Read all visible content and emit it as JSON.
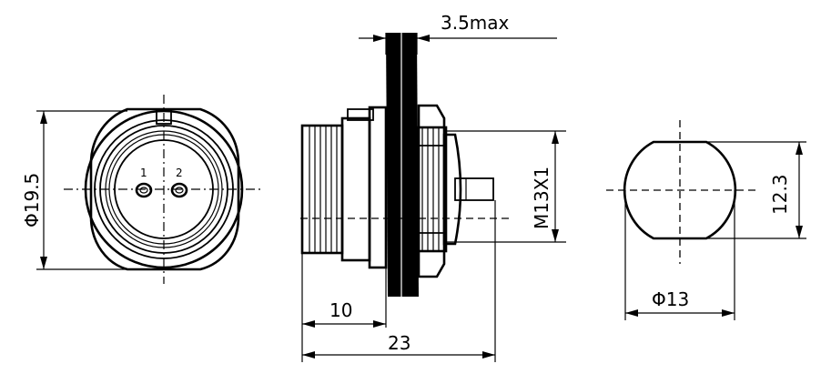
{
  "front_view": {
    "diameter_label": "Φ19.5",
    "pin_labels": [
      "1",
      "2"
    ]
  },
  "side_view": {
    "panel_thickness_label": "3.5max",
    "thread_label": "M13X1",
    "front_length_label": "10",
    "overall_length_label": "23"
  },
  "cutout_view": {
    "width_label": "12.3",
    "diameter_label": "Φ13"
  }
}
